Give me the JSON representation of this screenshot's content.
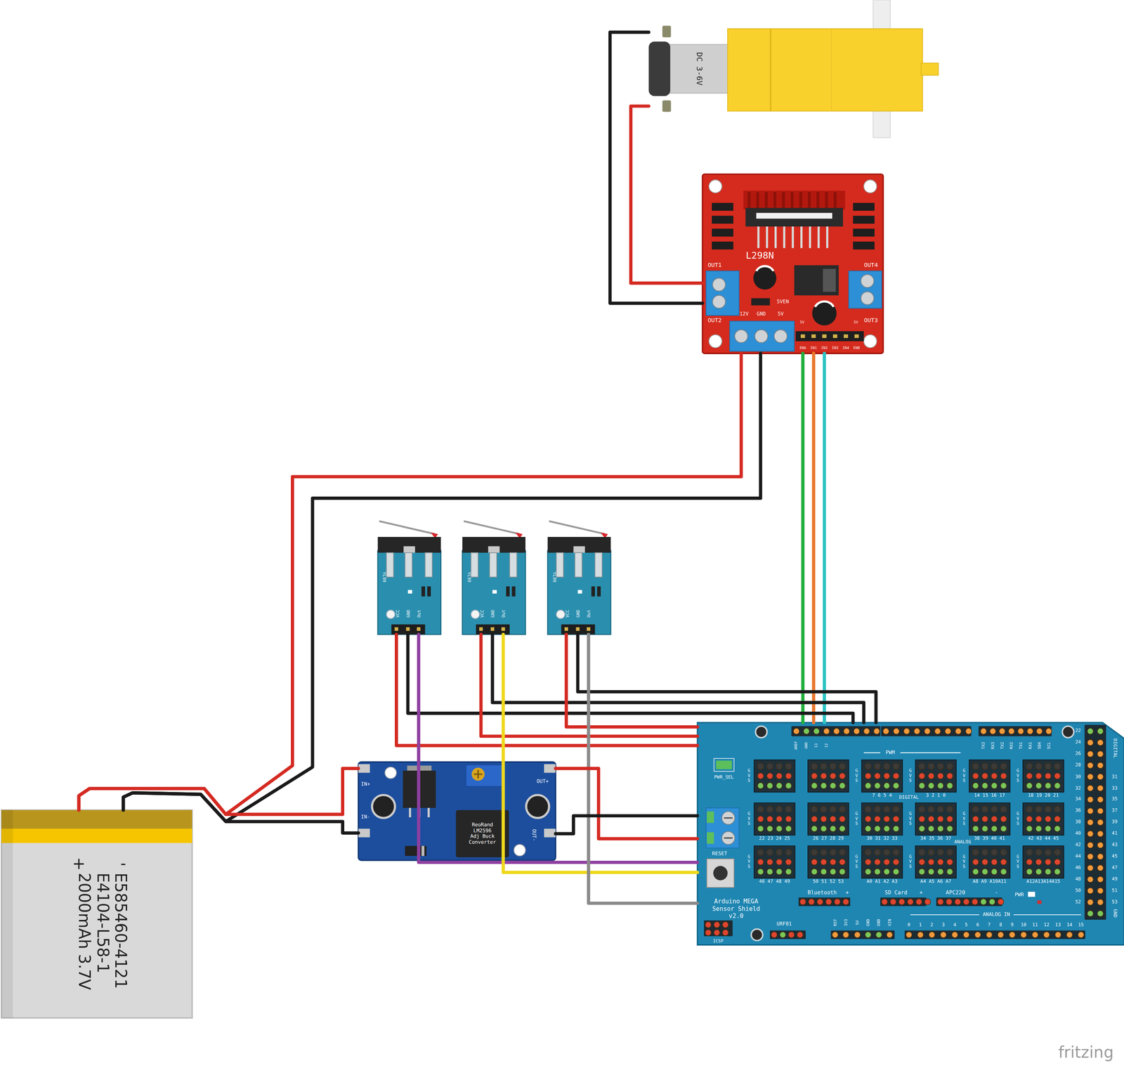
{
  "diagram": {
    "nodes": [
      {
        "text": [
          "DC 3-6V"
        ]
      },
      {
        "text": [
          "L298N",
          "OUT1",
          "OUT4",
          "5VEN",
          "12V",
          "GND",
          "5V",
          "OUT2",
          "5V",
          "5V",
          "OUT3",
          "ENA",
          "IN1",
          "IN2",
          "IN3",
          "IN4",
          "ENB"
        ]
      },
      {
        "text": [
          "YL99",
          "VCC",
          "GND",
          "Out"
        ]
      },
      {
        "text": [
          "YL99",
          "VCC",
          "GND",
          "Out"
        ]
      },
      {
        "text": [
          "YL99",
          "VCC",
          "GND",
          "Out"
        ]
      },
      {
        "text": [
          "AREF",
          "GND",
          "13",
          "12",
          "TX3",
          "RX3",
          "TX2",
          "RX2",
          "TX1",
          "RX1",
          "SDA",
          "SCL",
          "PWM",
          "PWR_SEL",
          "G V S",
          "G V S",
          "G V S",
          "G V S",
          "G V S",
          "7 6 5 4",
          "DIGITAL",
          "3 2 1 0",
          "14 15 16 17",
          "18 19 20 21",
          "G V S",
          "G V S",
          "G V S",
          "G V S",
          "G V S",
          "22 23 24 25",
          "26 27 28 29",
          "30 31 32 33",
          "34 35 36 37",
          "ANALOG",
          "38 39 40 41",
          "42 43 44 45",
          "RESET",
          "G V S",
          "G V S",
          "G V S",
          "G V S",
          "G V S",
          "46 47 48 49",
          "50 51 52 53",
          "A0 A1 A2 A3",
          "A4 A5 A6 A7",
          "A8 A9 A10A11",
          "A12A13A14A15",
          "DIGITAL",
          "22",
          "24",
          "26",
          "28",
          "30",
          "32",
          "34",
          "36",
          "38",
          "40",
          "42",
          "44",
          "46",
          "48",
          "50",
          "52",
          "31",
          "33",
          "35",
          "37",
          "39",
          "41",
          "43",
          "45",
          "47",
          "49",
          "51",
          "53",
          "GND",
          "Bluetooth",
          "+",
          "SD Card",
          "+",
          "APC220",
          "-",
          "PWR",
          "Arduino MEGA Sensor Shield v2.0",
          "ANALOG IN",
          "RST",
          "3V3",
          "5V",
          "GND",
          "GND",
          "VIN",
          "URF01",
          "0",
          "1",
          "2",
          "3",
          "4",
          "5",
          "6",
          "7",
          "8",
          "9",
          "10",
          "11",
          "12",
          "13",
          "14",
          "15",
          "ICSP"
        ]
      },
      {
        "text": [
          "IN+",
          "OUT+",
          "IN-",
          "ReoRand LM2596 Adj Buck Converter",
          "OUT-"
        ]
      },
      {
        "text": [
          "+",
          "-",
          "E585460-4121 E4104-L58-1 2000mAh 3.7V"
        ]
      }
    ],
    "edges": [
      {
        "from": 0,
        "to": 1,
        "arrow": "none"
      },
      {
        "from": 0,
        "to": 1,
        "arrow": "none"
      },
      {
        "from": 7,
        "to": 1,
        "arrow": "none"
      },
      {
        "from": 7,
        "to": 1,
        "arrow": "none"
      },
      {
        "from": 1,
        "to": 5,
        "arrow": "none"
      },
      {
        "from": 1,
        "to": 5,
        "arrow": "none"
      },
      {
        "from": 1,
        "to": 5,
        "arrow": "none"
      },
      {
        "from": 2,
        "to": 5,
        "arrow": "none"
      },
      {
        "from": 2,
        "to": 5,
        "arrow": "none"
      },
      {
        "from": 2,
        "to": 5,
        "arrow": "none"
      },
      {
        "from": 3,
        "to": 5,
        "arrow": "none"
      },
      {
        "from": 3,
        "to": 5,
        "arrow": "none"
      },
      {
        "from": 3,
        "to": 5,
        "arrow": "none"
      },
      {
        "from": 4,
        "to": 5,
        "arrow": "none"
      },
      {
        "from": 4,
        "to": 5,
        "arrow": "none"
      },
      {
        "from": 4,
        "to": 5,
        "arrow": "none"
      },
      {
        "from": 7,
        "to": 6,
        "arrow": "none"
      },
      {
        "from": 7,
        "to": 6,
        "arrow": "none"
      },
      {
        "from": 6,
        "to": 5,
        "arrow": "none"
      },
      {
        "from": 6,
        "to": 5,
        "arrow": "none"
      }
    ],
    "labels": [
      "fritzing"
    ]
  }
}
